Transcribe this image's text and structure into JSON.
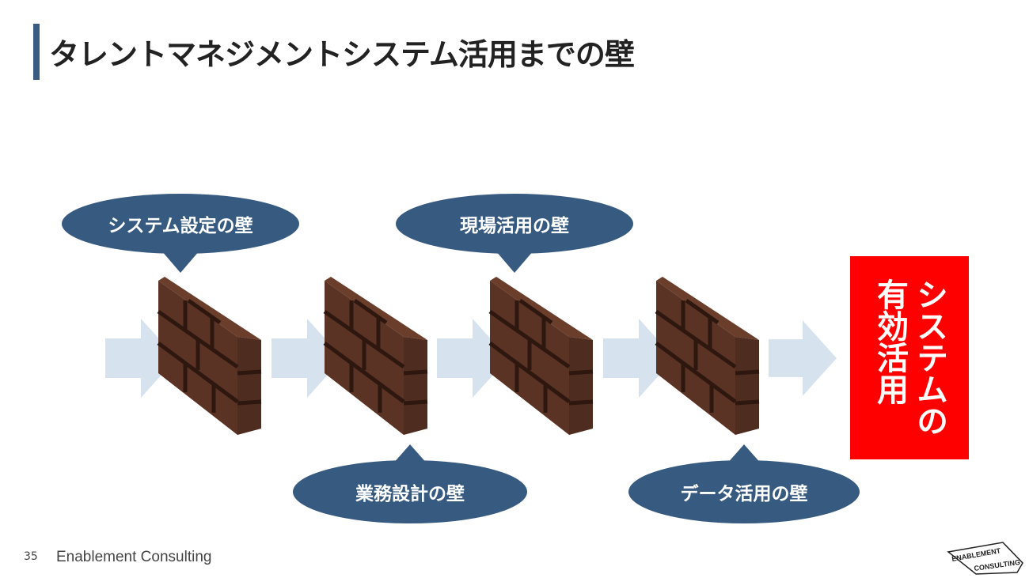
{
  "header": {
    "title": "タレントマネジメントシステム活用までの壁"
  },
  "walls": [
    {
      "label": "システム設定の壁",
      "position": "top"
    },
    {
      "label": "業務設計の壁",
      "position": "bottom"
    },
    {
      "label": "現場活用の壁",
      "position": "top"
    },
    {
      "label": "データ活用の壁",
      "position": "bottom"
    }
  ],
  "goal": {
    "line1": "システムの",
    "line2": "有効活用"
  },
  "footer": {
    "page_number": "35",
    "company": "Enablement Consulting"
  },
  "logo": {
    "line1": "ENABLEMENT",
    "line2": "CONSULTING"
  },
  "colors": {
    "accent": "#3b5c82",
    "bubble": "#375a80",
    "arrow": "#d6e3ee",
    "goal": "#ff0000",
    "brick": "#5a3324"
  }
}
